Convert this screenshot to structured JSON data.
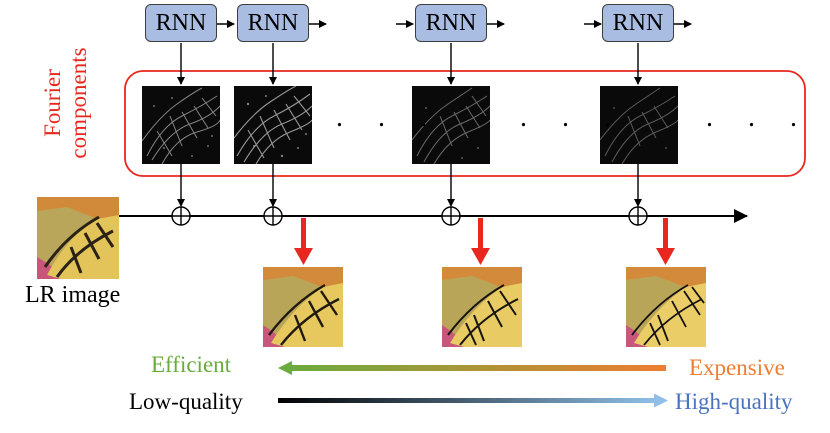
{
  "rnn_label": "RNN",
  "fourier_label_line1": "Fourier",
  "fourier_label_line2": "components",
  "ellipsis": ". . .",
  "lr_image_label": "LR image",
  "efficient_label": "Efficient",
  "expensive_label": "Expensive",
  "low_quality_label": "Low-quality",
  "high_quality_label": "High-quality",
  "colors": {
    "rnn_fill": "#a9bde3",
    "fourier_border": "#e8281f",
    "output_arrow": "#e8281f",
    "efficient_text": "#6aab3d",
    "expensive_text": "#ee7d31",
    "cost_arrow_start": "#6aab3d",
    "cost_arrow_end": "#ee7d31",
    "quality_arrow_start": "#000000",
    "quality_arrow_end": "#8fbfe6",
    "high_quality_text": "#4a72c0"
  }
}
